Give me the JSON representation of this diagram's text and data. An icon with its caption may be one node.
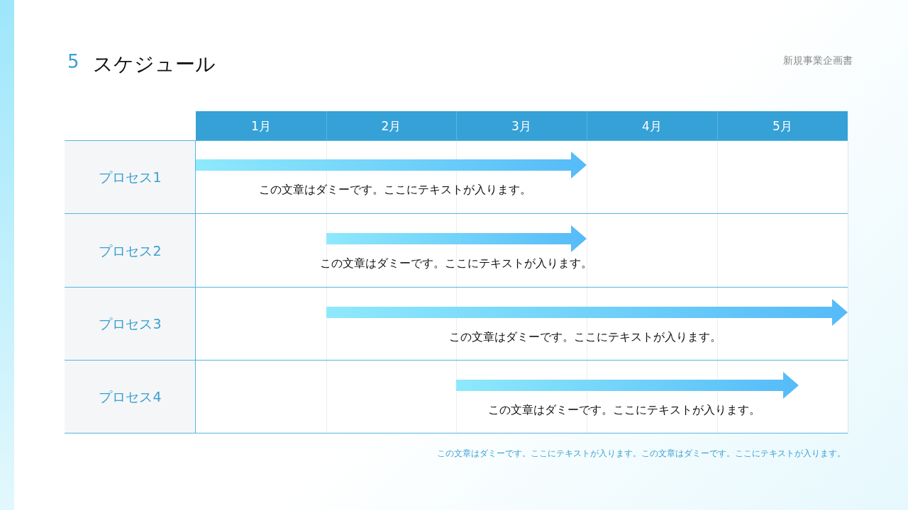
{
  "diagram": {
    "title": "スケジュール",
    "caption": "この文章はダミーです。ここにテキストが入ります。この文章はダミーです。ここにテキストが入ります。",
    "labels": [
      "5",
      "新規事業企画書",
      "1月",
      "2月",
      "3月",
      "4月",
      "5月",
      "プロセス1",
      "この文章はダミーです。ここにテキストが入ります。",
      "プロセス2",
      "この文章はダミーです。ここにテキストが入ります。",
      "プロセス3",
      "この文章はダミーです。ここにテキストが入ります。",
      "プロセス4",
      "この文章はダミーです。ここにテキストが入ります。"
    ]
  }
}
